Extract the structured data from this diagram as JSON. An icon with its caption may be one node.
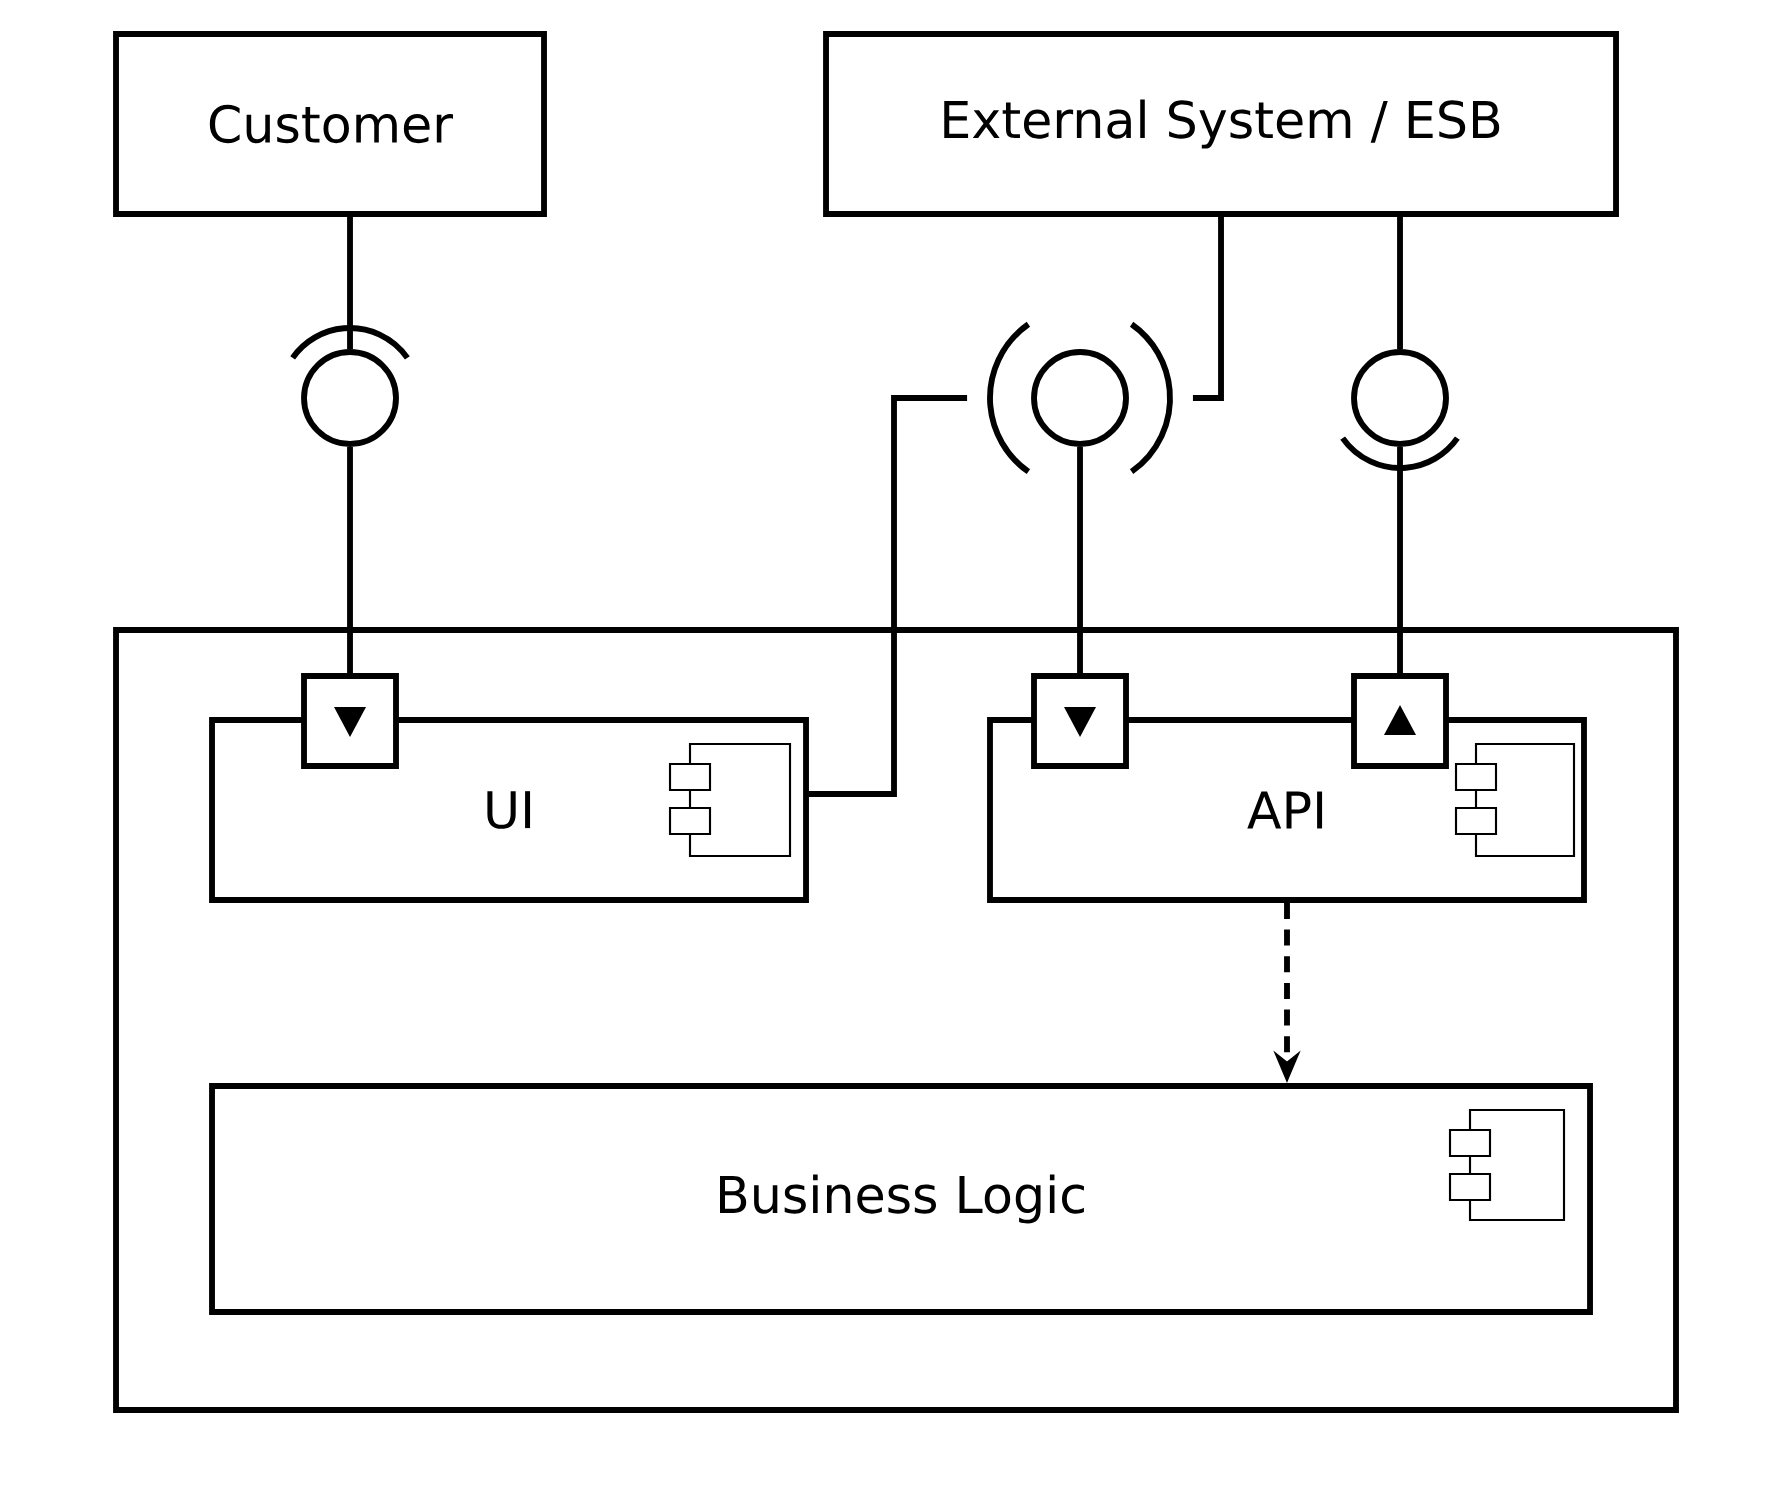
{
  "diagram": {
    "nodes": [
      {
        "text": [
          "Customer"
        ]
      },
      {
        "text": [
          "External System / ESB"
        ]
      },
      {
        "text": [],
        "shape": "box"
      },
      {
        "text": [
          "UI"
        ],
        "in": 2
      },
      {
        "text": [
          "API"
        ],
        "in": 2
      },
      {
        "text": [
          "Business Logic"
        ],
        "in": 2
      },
      {
        "text": [],
        "shape": "circle"
      },
      {
        "text": [],
        "shape": "circle"
      },
      {
        "text": [],
        "shape": "circle"
      },
      {
        "text": [],
        "shape": "box",
        "in": 2
      },
      {
        "text": [],
        "shape": "box",
        "in": 2
      },
      {
        "text": [],
        "shape": "box",
        "in": 2
      }
    ],
    "edges": [
      {
        "from": 0,
        "to": 6,
        "arrow": "none"
      },
      {
        "from": 6,
        "to": 9,
        "arrow": "none"
      },
      {
        "from": 1,
        "to": 7,
        "arrow": "none"
      },
      {
        "from": 7,
        "to": 3,
        "arrow": "none"
      },
      {
        "from": 7,
        "to": 10,
        "arrow": "none"
      },
      {
        "from": 1,
        "to": 8,
        "arrow": "none"
      },
      {
        "from": 8,
        "to": 11,
        "arrow": "none"
      },
      {
        "from": 4,
        "to": 5,
        "arrow": "to",
        "style": "dashed"
      }
    ]
  }
}
